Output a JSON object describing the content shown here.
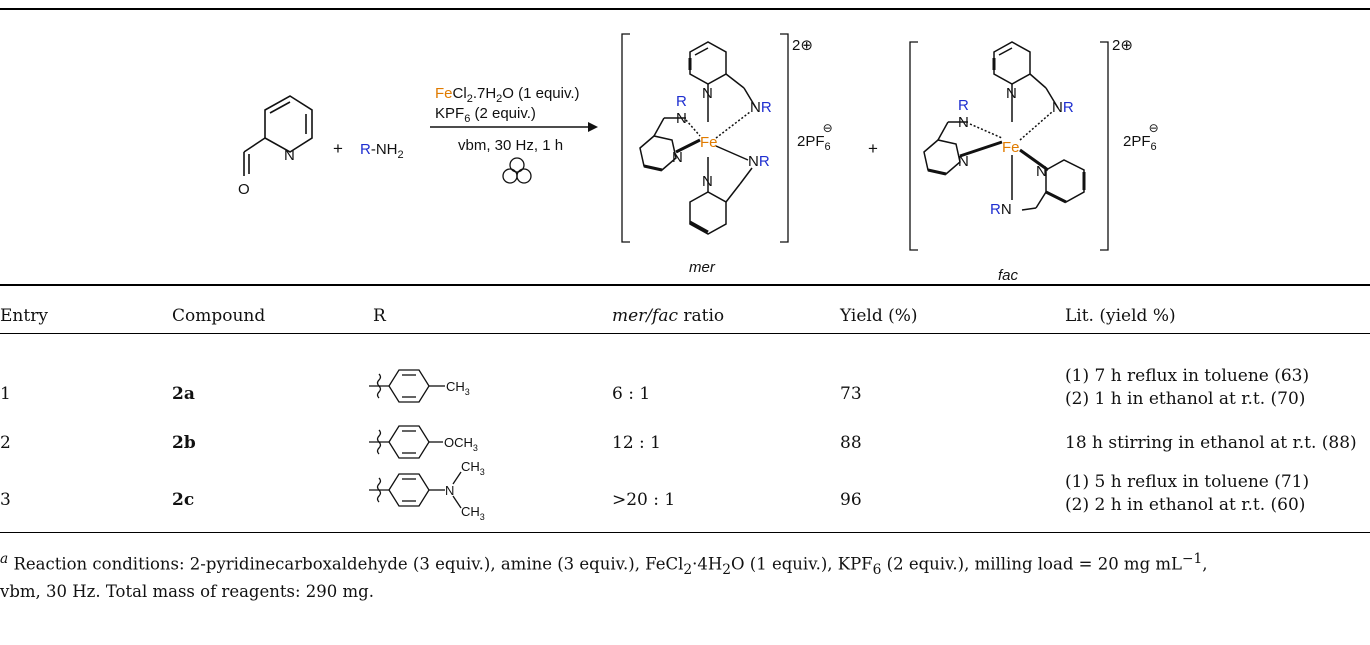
{
  "scheme": {
    "reagent_line1_fe": "Fe",
    "reagent_line1_rest": "Cl",
    "reagent_line1_sub": "2",
    "reagent_line1_tail": ".7H",
    "reagent_line1_sub2": "2",
    "reagent_line1_tail2": "O (1 equiv.)",
    "reagent_line2": "KPF",
    "reagent_line2_sub": "6",
    "reagent_line2_tail": " (2 equiv.)",
    "conditions": "vbm, 30 Hz, 1 h",
    "amine_r": "R",
    "amine_rest": "-NH",
    "amine_sub": "2",
    "plus": "+",
    "charge": "2",
    "counter": "2PF",
    "counter_sub": "6",
    "n_label": "N",
    "r_label": "R",
    "fe_label": "Fe",
    "o_label": "O",
    "nr_label": "NR",
    "rn_label": "RN",
    "mer_label": "mer",
    "fac_label": "fac"
  },
  "table": {
    "headers": [
      "Entry",
      "Compound",
      "R",
      "mer/fac ratio",
      "Yield (%)",
      "Lit. (yield %)"
    ],
    "header_ratio_italic": "mer/fac",
    "header_ratio_rest": " ratio",
    "rows": [
      {
        "entry": "1",
        "compound": "2a",
        "r_group": "CH3",
        "ratio": "6 : 1",
        "yield": "73",
        "lit": [
          "(1) 7 h reflux in toluene (63)",
          "(2) 1 h in ethanol at r.t. (70)"
        ]
      },
      {
        "entry": "2",
        "compound": "2b",
        "r_group": "OCH3",
        "ratio": "12 : 1",
        "yield": "88",
        "lit": [
          "18 h stirring in ethanol at r.t. (88)"
        ]
      },
      {
        "entry": "3",
        "compound": "2c",
        "r_group": "N(CH3)2",
        "ratio": ">20 : 1",
        "yield": "96",
        "lit": [
          "(1) 5 h reflux in toluene (71)",
          "(2) 2 h in ethanol at r.t. (60)"
        ]
      }
    ],
    "r_labels": {
      "ch3": "CH",
      "sub3": "3",
      "och3": "OCH",
      "n": "N"
    }
  },
  "footnote": {
    "marker": "a",
    "text_part1": " Reaction conditions: 2-pyridinecarboxaldehyde (3 equiv.), amine (3 equiv.), FeCl",
    "sub2": "2",
    "text_part2": "·4H",
    "sub2b": "2",
    "text_part3": "O (1 equiv.), KPF",
    "sub6": "6",
    "text_part4": " (2 equiv.), milling load = 20 mg mL",
    "sup": "−1",
    "text_part5": ",",
    "line2": "vbm, 30 Hz. Total mass of reagents: 290 mg."
  },
  "colors": {
    "fe": "#e07b00",
    "r": "#1f2fd0",
    "text": "#111111"
  }
}
